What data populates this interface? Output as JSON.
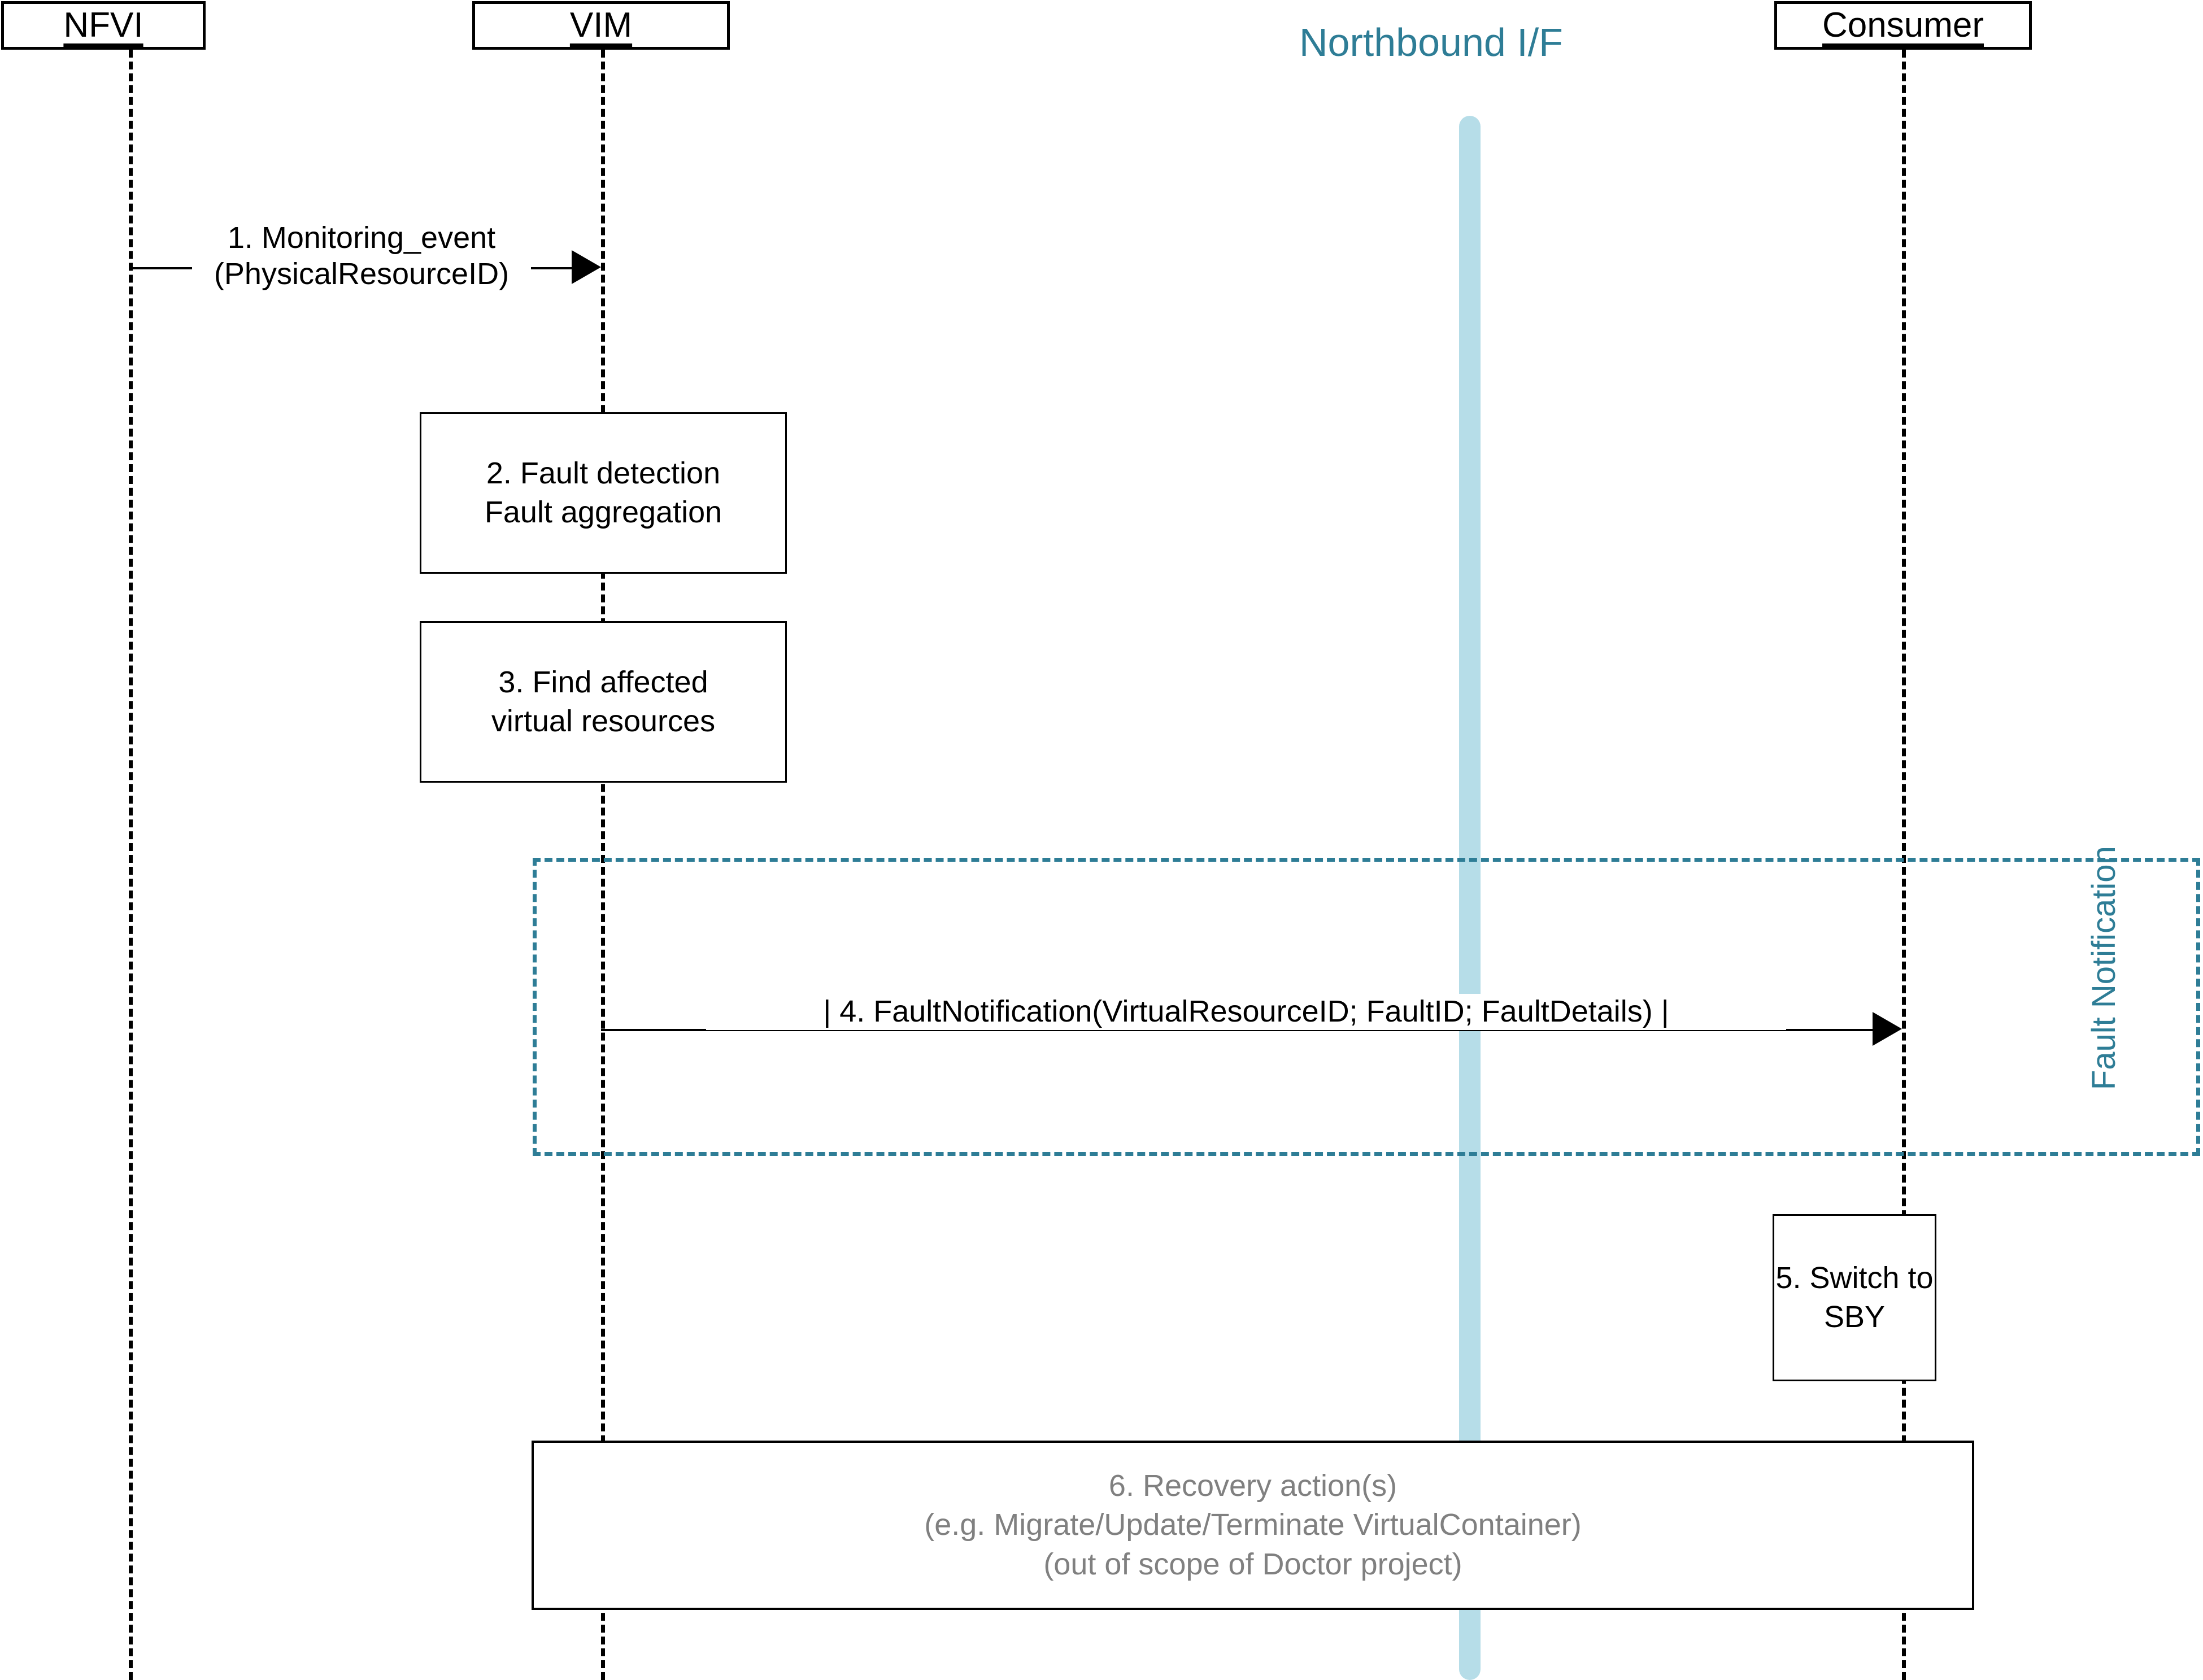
{
  "diagram": {
    "type": "uml-sequence-diagram",
    "title": "Doctor fault management sequence",
    "colors": {
      "teal": "#2E7D96",
      "light_blue": "#B6DDE8",
      "black": "#000000",
      "gray_text": "#808080"
    }
  },
  "participants": [
    {
      "id": "nfvi",
      "label": "NFVI"
    },
    {
      "id": "vim",
      "label": "VIM"
    },
    {
      "id": "consumer",
      "label": "Consumer"
    }
  ],
  "interface": {
    "label": "Northbound I/F"
  },
  "messages": [
    {
      "id": "msg1",
      "number": "1.",
      "from": "nfvi",
      "to": "vim",
      "lines": [
        "1. Monitoring_event",
        "(PhysicalResourceID)"
      ]
    },
    {
      "id": "msg4",
      "number": "4.",
      "from": "vim",
      "to": "consumer",
      "lines": [
        "| 4. FaultNotification(VirtualResourceID; FaultID; FaultDetails) |"
      ]
    }
  ],
  "activities": [
    {
      "id": "act2",
      "on": "vim",
      "lines": [
        "2. Fault detection",
        "Fault aggregation"
      ]
    },
    {
      "id": "act3",
      "on": "vim",
      "lines": [
        "3. Find affected",
        "virtual resources"
      ]
    },
    {
      "id": "act5",
      "on": "consumer",
      "lines": [
        "5. Switch to",
        "SBY"
      ]
    },
    {
      "id": "act6",
      "on": "span",
      "muted": true,
      "lines": [
        "6. Recovery action(s)",
        "(e.g. Migrate/Update/Terminate VirtualContainer)",
        "(out of scope of Doctor project)"
      ]
    }
  ],
  "fragment": {
    "id": "fault-notification-fragment",
    "label_lines": [
      "Fault",
      "Notification"
    ],
    "label_text": "Fault Notification",
    "style": "dashed"
  }
}
